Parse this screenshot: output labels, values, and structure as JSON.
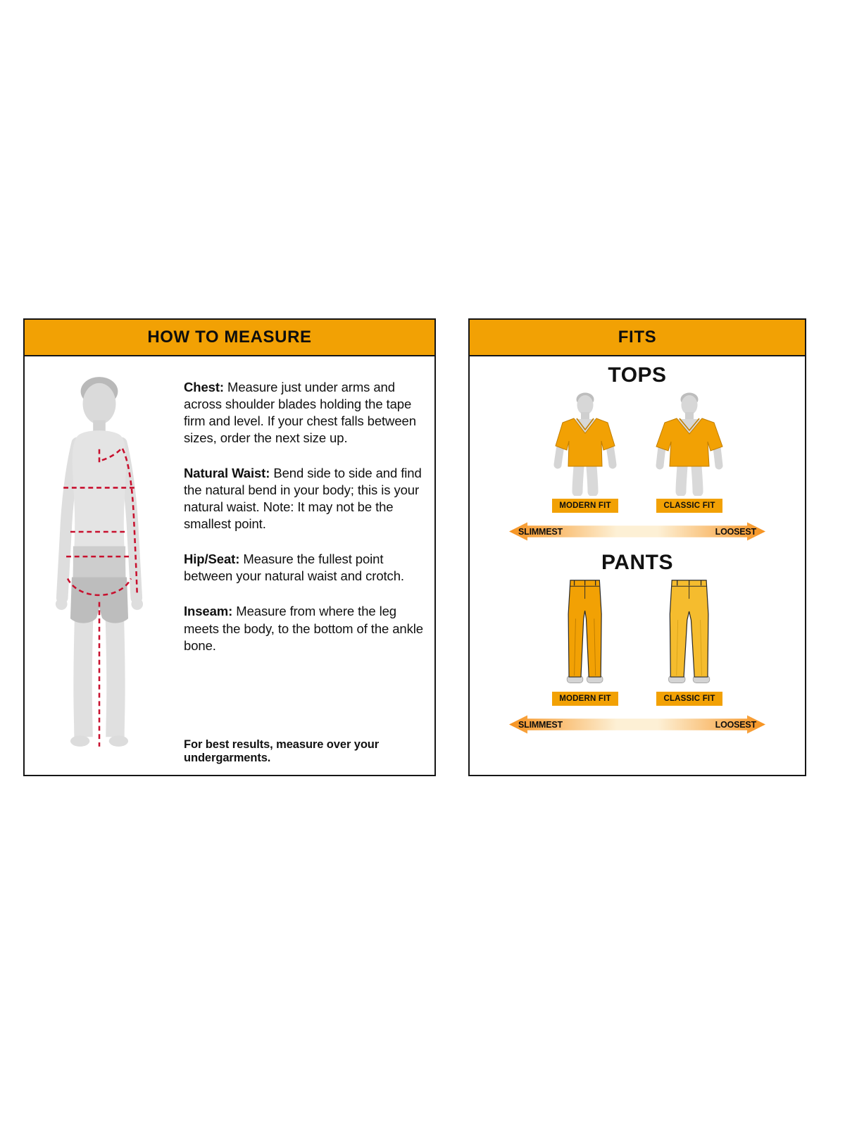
{
  "how_to_measure": {
    "title": "HOW TO MEASURE",
    "instructions": [
      {
        "label": "Chest:",
        "text": "Measure just under arms and across shoulder blades holding the tape firm and level. If your chest falls between sizes, order the next size up."
      },
      {
        "label": "Natural Waist:",
        "text": "Bend side to side and find the natural bend in your body; this is your natural waist. Note: It may not be the smallest point."
      },
      {
        "label": "Hip/Seat:",
        "text": "Measure the fullest point between your natural waist and crotch."
      },
      {
        "label": "Inseam:",
        "text": "Measure from where the leg meets the body, to the bottom of the ankle bone."
      }
    ],
    "footnote": "For best results, measure over your undergarments."
  },
  "fits": {
    "title": "FITS",
    "sections": [
      {
        "heading": "TOPS",
        "fit_labels": [
          "MODERN FIT",
          "CLASSIC FIT"
        ],
        "scale_left": "SLIMMEST",
        "scale_right": "LOOSEST"
      },
      {
        "heading": "PANTS",
        "fit_labels": [
          "MODERN FIT",
          "CLASSIC FIT"
        ],
        "scale_left": "SLIMMEST",
        "scale_right": "LOOSEST"
      }
    ]
  },
  "colors": {
    "gold": "#F2A104",
    "arrow_orange": "#F6921E",
    "measure_line_red": "#C8102E",
    "silhouette_gray": "#E0E0E0",
    "border_black": "#161616"
  }
}
